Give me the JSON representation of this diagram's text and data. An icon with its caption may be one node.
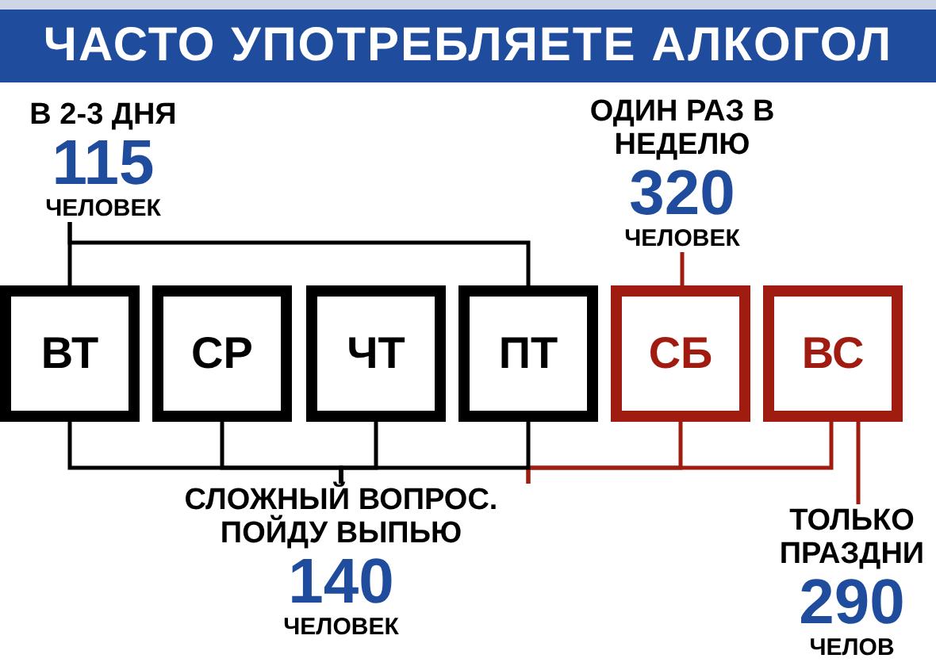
{
  "diagram": {
    "title": "ЧАСТО УПОТРЕБЛЯЕТЕ АЛКОГОЛ",
    "nodes": [
      {
        "text": [
          "В 2-3 ДНЯ",
          "115",
          "ЧЕЛОВЕК"
        ]
      },
      {
        "text": [
          "ОДИН РАЗ В НЕДЕЛЮ",
          "320",
          "ЧЕЛОВЕК"
        ]
      },
      {
        "text": [
          "ВТ"
        ]
      },
      {
        "text": [
          "СР"
        ]
      },
      {
        "text": [
          "ЧТ"
        ]
      },
      {
        "text": [
          "ПТ"
        ]
      },
      {
        "text": [
          "СБ"
        ]
      },
      {
        "text": [
          "ВС"
        ]
      },
      {
        "text": [
          "СЛОЖНЫЙ ВОПРОС. ПОЙДУ ВЫПЬЮ",
          "140",
          "ЧЕЛОВЕК"
        ]
      },
      {
        "text": [
          "ТОЛЬКО ПРАЗДНИ",
          "290",
          "ЧЕЛОВ"
        ]
      }
    ],
    "edges": [
      {
        "from": 0,
        "to": 2,
        "arrow": "none"
      },
      {
        "from": 0,
        "to": 5,
        "arrow": "none"
      },
      {
        "from": 1,
        "to": 6,
        "arrow": "none",
        "color": "#a01c10"
      },
      {
        "from": 2,
        "to": 8,
        "arrow": "none"
      },
      {
        "from": 3,
        "to": 8,
        "arrow": "none"
      },
      {
        "from": 4,
        "to": 8,
        "arrow": "none"
      },
      {
        "from": 5,
        "to": 8,
        "arrow": "none"
      },
      {
        "from": 6,
        "to": 8,
        "arrow": "none",
        "color": "#a01c10"
      },
      {
        "from": 7,
        "to": 8,
        "arrow": "none",
        "color": "#a01c10"
      },
      {
        "from": 7,
        "to": 9,
        "arrow": "none",
        "color": "#a01c10"
      }
    ]
  }
}
